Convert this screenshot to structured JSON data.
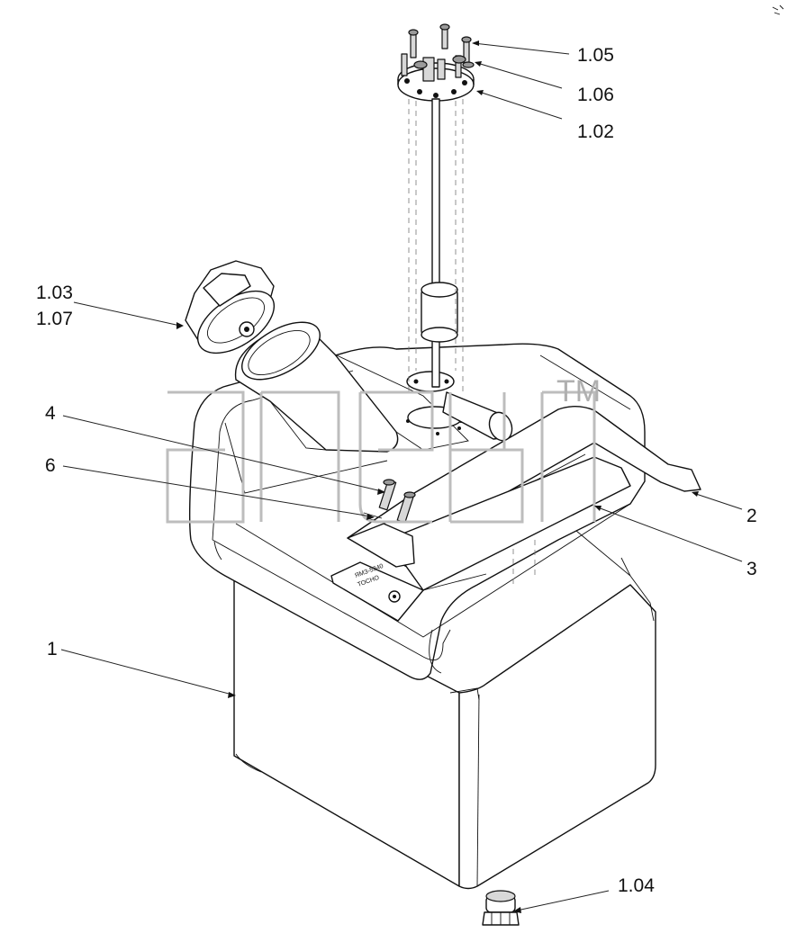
{
  "callouts": {
    "p_1_05": "1.05",
    "p_1_06": "1.06",
    "p_1_02": "1.02",
    "p_1_03": "1.03",
    "p_1_07": "1.07",
    "p_4": "4",
    "p_6": "6",
    "p_2": "2",
    "p_3": "3",
    "p_1": "1",
    "p_1_04": "1.04"
  },
  "watermark": {
    "trademark": "TM"
  },
  "colors": {
    "line": "#111111",
    "watermark": "#bdbdbd"
  }
}
